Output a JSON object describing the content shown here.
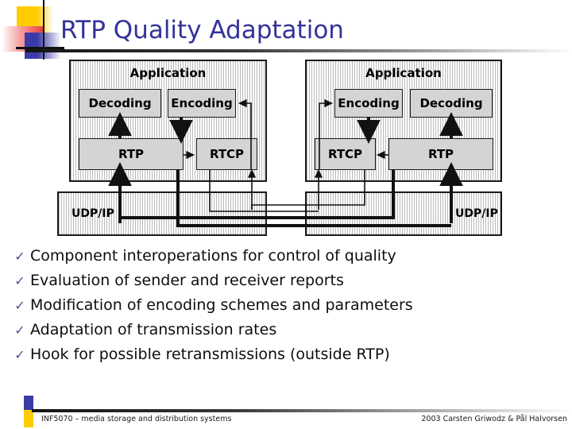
{
  "slide": {
    "title": "RTP Quality Adaptation",
    "logo_colors": {
      "yellow": "#FFCC00",
      "red": "#E8413C",
      "blue": "#3B3BA8"
    },
    "title_color": "#333399"
  },
  "diagram": {
    "left_stack": {
      "application_label": "Application",
      "decoding_label": "Decoding",
      "encoding_label": "Encoding",
      "rtp_label": "RTP",
      "rtcp_label": "RTCP",
      "udp_label": "UDP/IP"
    },
    "right_stack": {
      "application_label": "Application",
      "encoding_label": "Encoding",
      "decoding_label": "Decoding",
      "rtcp_label": "RTCP",
      "rtp_label": "RTP",
      "udp_label": "UDP/IP"
    }
  },
  "bullets": {
    "marker": "✓",
    "items": [
      "Component interoperations for control of quality",
      "Evaluation of sender and receiver reports",
      "Modification of encoding schemes and parameters",
      "Adaptation of transmission rates",
      "Hook for possible retransmissions (outside RTP)"
    ]
  },
  "footer": {
    "left": "INF5070 – media storage and distribution systems",
    "right": "2003  Carsten Griwodz & Pål Halvorsen"
  }
}
